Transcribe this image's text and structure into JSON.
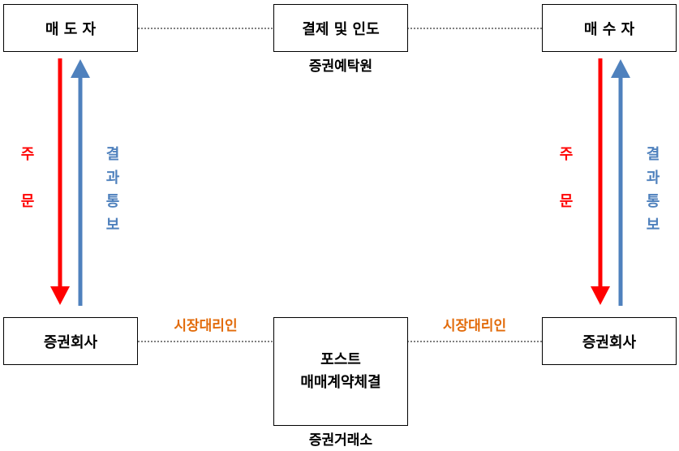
{
  "boxes": {
    "seller": "매 도 자",
    "settlement": "결제 및 인도",
    "buyer": "매 수 자",
    "broker_left": "증권회사",
    "exchange_line1": "포스트",
    "exchange_line2": "매매계약체결",
    "broker_right": "증권회사"
  },
  "captions": {
    "depository": "증권예탁원",
    "exchange": "증권거래소",
    "market_agent_left": "시장대리인",
    "market_agent_right": "시장대리인"
  },
  "flows": {
    "order_chars": [
      "주",
      "문"
    ],
    "result_chars": [
      "결",
      "과",
      "통",
      "보"
    ]
  },
  "colors": {
    "order_arrow": "#FF0000",
    "result_arrow": "#4F81BD",
    "agent_text": "#E26B0A"
  }
}
